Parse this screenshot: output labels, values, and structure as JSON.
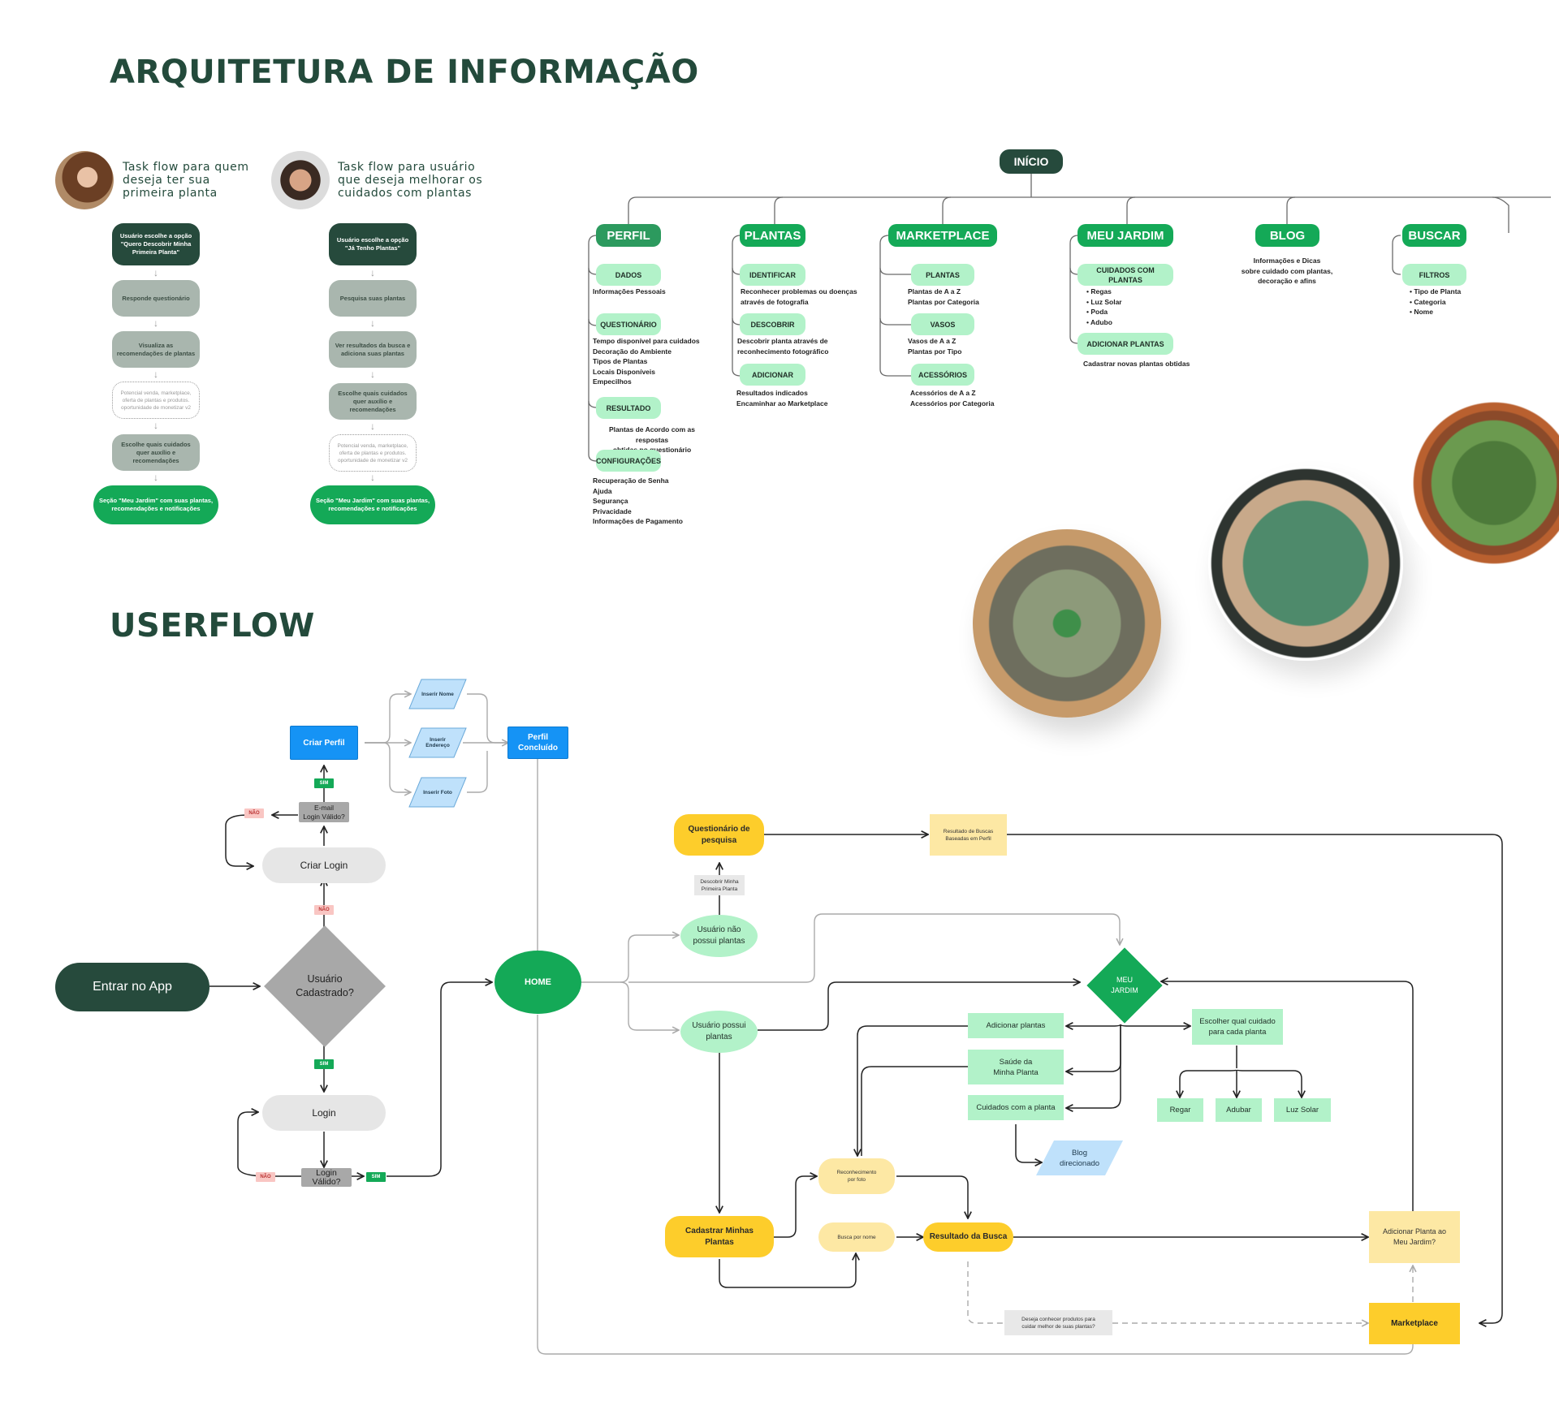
{
  "titles": {
    "ia": "ARQUITETURA DE INFORMAÇÃO",
    "userflow": "USERFLOW"
  },
  "personas": [
    {
      "avatar": "woman-avatar",
      "text_lines": [
        "Task flow para quem",
        "deseja ter sua",
        "primeira planta"
      ]
    },
    {
      "avatar": "man-avatar",
      "text_lines": [
        "Task flow para usuário",
        "que deseja melhorar os",
        "cuidados com plantas"
      ]
    }
  ],
  "taskflows": [
    {
      "start": "Usuário escolhe a opção \"Quero Descobrir Minha Primeira Planta\"",
      "steps": [
        {
          "type": "gray",
          "text": "Responde questionário"
        },
        {
          "type": "gray",
          "text": "Visualiza as recomendações de plantas"
        },
        {
          "type": "dotted",
          "text": "Potencial venda, marketplace, oferta de plantas e produtos.",
          "note": "oportunidade de monetizar v2"
        },
        {
          "type": "gray",
          "text": "Escolhe quais cuidados quer auxílio e recomendações"
        }
      ],
      "end": "Seção \"Meu Jardim\" com suas plantas, recomendações e notificações"
    },
    {
      "start": "Usuário escolhe a opção \"Já Tenho Plantas\"",
      "steps": [
        {
          "type": "gray",
          "text": "Pesquisa suas plantas"
        },
        {
          "type": "gray",
          "text": "Ver resultados da busca e adiciona suas plantas"
        },
        {
          "type": "gray",
          "text": "Escolhe quais cuidados quer auxílio e recomendações"
        },
        {
          "type": "dotted",
          "text": "Potencial venda, marketplace, oferta de plantas e produtos.",
          "note": "oportunidade de monetizar v2"
        }
      ],
      "end": "Seção \"Meu Jardim\" com suas plantas, recomendações e notificações"
    }
  ],
  "ia": {
    "root": "INÍCIO",
    "categories": [
      {
        "label": "PERFIL",
        "children": [
          {
            "label": "DADOS",
            "items": [
              "Informações Pessoais"
            ]
          },
          {
            "label": "QUESTIONÁRIO",
            "items": [
              "Tempo disponível para cuidados",
              "Decoração do Ambiente",
              "Tipos de Plantas",
              "Locais Disponíveis",
              "Empecilhos"
            ]
          },
          {
            "label": "RESULTADO",
            "items": [
              "Plantas de Acordo com as respostas",
              "obtidas no questionário"
            ]
          },
          {
            "label": "CONFIGURAÇÕES",
            "items": [
              "Recuperação de Senha",
              "Ajuda",
              "Segurança",
              "Privacidade",
              "Informações de Pagamento"
            ]
          }
        ]
      },
      {
        "label": "PLANTAS",
        "children": [
          {
            "label": "IDENTIFICAR",
            "items": [
              "Reconhecer problemas ou doenças",
              "através de fotografia"
            ]
          },
          {
            "label": "DESCOBRIR",
            "items": [
              "Descobrir planta através de",
              "reconhecimento fotográfico"
            ]
          },
          {
            "label": "ADICIONAR",
            "items": [
              "Resultados indicados",
              "Encaminhar ao Marketplace"
            ]
          }
        ]
      },
      {
        "label": "MARKETPLACE",
        "children": [
          {
            "label": "PLANTAS",
            "items": [
              "Plantas de A a Z",
              "Plantas por Categoria"
            ]
          },
          {
            "label": "VASOS",
            "items": [
              "Vasos de A a Z",
              "Plantas por Tipo"
            ]
          },
          {
            "label": "ACESSÓRIOS",
            "items": [
              "Acessórios de A a Z",
              "Acessórios por Categoria"
            ]
          }
        ]
      },
      {
        "label": "MEU JARDIM",
        "children": [
          {
            "label": "CUIDADOS COM PLANTAS",
            "items": [
              "Regas",
              "Luz Solar",
              "Poda",
              "Adubo"
            ],
            "bulleted": true
          },
          {
            "label": "ADICIONAR PLANTAS",
            "items": [
              "Cadastrar novas plantas obtidas"
            ]
          }
        ]
      },
      {
        "label": "BLOG",
        "description": [
          "Informações e Dicas",
          "sobre cuidado com plantas,",
          "decoração e afins"
        ]
      },
      {
        "label": "BUSCAR",
        "children": [
          {
            "label": "FILTROS",
            "items": [
              "Tipo de Planta",
              "Categoria",
              "Nome"
            ],
            "bulleted": true
          }
        ]
      }
    ]
  },
  "userflow": {
    "entrar": "Entrar no App",
    "usuario_cadastrado": [
      "Usuário",
      "Cadastrado?"
    ],
    "criar_login": "Criar Login",
    "email_valido": [
      "E-mail",
      "Login Válido?"
    ],
    "criar_perfil": "Criar Perfil",
    "inserir_nome": "Inserir Nome",
    "inserir_endereco": [
      "Inserir",
      "Endereço"
    ],
    "inserir_foto": "Inserir Foto",
    "perfil_concluido": [
      "Perfil",
      "Concluído"
    ],
    "login": "Login",
    "login_valido": "Login Válido?",
    "tag_sim": "SIM",
    "tag_nao": "NÃO",
    "home": "HOME",
    "nao_possui": [
      "Usuário não",
      "possui plantas"
    ],
    "possui": [
      "Usuário possui",
      "plantas"
    ],
    "descobrir": [
      "Descobrir Minha",
      "Primeira Planta"
    ],
    "questionario": [
      "Questionário de",
      "pesquisa"
    ],
    "resultado_buscas_perfil": [
      "Resultado de Buscas",
      "Baseadas em Perfil"
    ],
    "meu_jardim": [
      "MEU",
      "JARDIM"
    ],
    "adicionar_plantas": "Adicionar plantas",
    "saude": [
      "Saúde da",
      "Minha Planta"
    ],
    "cuidados": "Cuidados com a planta",
    "blog_direcionado": [
      "Blog",
      "direcionado"
    ],
    "escolher_cuidado": [
      "Escolher qual cuidado",
      "para cada planta"
    ],
    "regar": "Regar",
    "adubar": "Adubar",
    "luz_solar": "Luz Solar",
    "cadastrar": [
      "Cadastrar Minhas",
      "Plantas"
    ],
    "reconhecimento": [
      "Reconhecimento",
      "por foto"
    ],
    "busca_nome": "Busca por nome",
    "resultado_busca": "Resultado da Busca",
    "deseja_conhecer": [
      "Deseja conhecer produtos para",
      "cuidar melhor de suas plantas?"
    ],
    "adicionar_meu_jardim": [
      "Adicionar Planta ao",
      "Meu Jardim?"
    ],
    "marketplace": "Marketplace"
  },
  "colors": {
    "dark_green": "#264a3c",
    "brand_green": "#14a957",
    "mint": "#b2f2c9",
    "yellow": "#fdcd2b",
    "pale_yellow": "#fde8a4",
    "blue": "#1593f5",
    "light_blue": "#bfe1fb"
  }
}
